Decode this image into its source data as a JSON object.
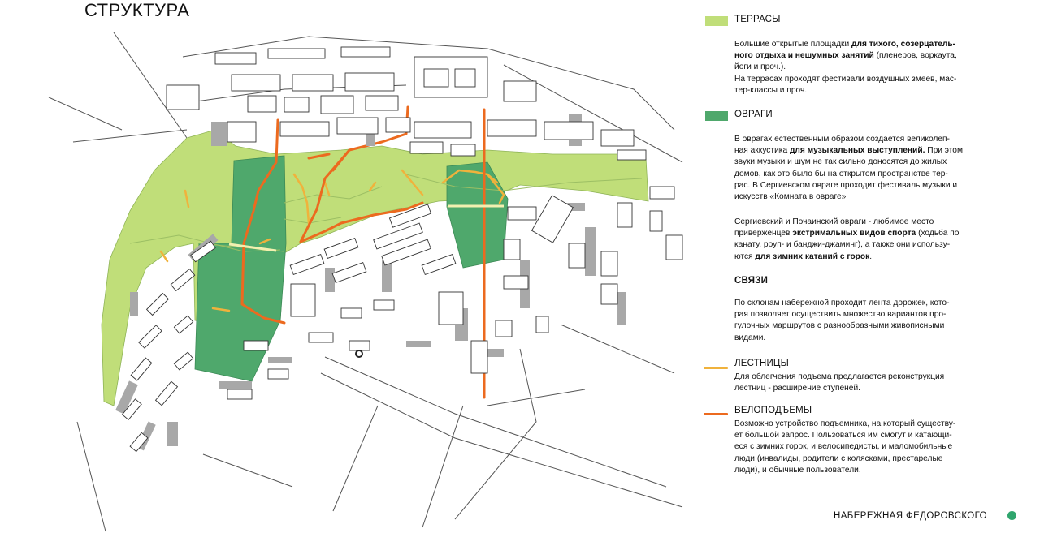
{
  "page": {
    "title": "СТРУКТУРА",
    "footer": "НАБЕРЕЖНАЯ ФЕДОРОВСКОГО",
    "logo_icon": "globe-icon"
  },
  "colors": {
    "terraces": "#c0de79",
    "ravines": "#4fa86c",
    "stairs": "#f0b23c",
    "bike_lifts": "#ec6a1f",
    "buildings": "#ffffff",
    "shadows": "#9e9e9e",
    "roads": "#555555"
  },
  "legend": {
    "terraces": {
      "heading": "ТЕРРАСЫ",
      "text_parts": [
        {
          "t": "Большие открытые площадки ",
          "b": false
        },
        {
          "t": "для тихого, созерцатель-\nного отдыха и нешумных занятий",
          "b": true
        },
        {
          "t": " (пленеров, воркаута,\nйоги и проч.).\nНа террасах проходят фестивали воздушных змеев, мас-\nтер-классы и проч.",
          "b": false
        }
      ]
    },
    "ravines": {
      "heading": "ОВРАГИ",
      "text1_parts": [
        {
          "t": "В оврагах естественным образом создается великолеп-\nная аккустика ",
          "b": false
        },
        {
          "t": "для музыкальных выступлений.",
          "b": true
        },
        {
          "t": " При этом\nзвуки музыки и шум не так сильно доносятся до жилых\nдомов, как это было бы на открытом пространстве тер-\nрас.  В Сергиевском овраге проходит фестиваль музыки и\nискусств «Комната в овраге»",
          "b": false
        }
      ],
      "text2_parts": [
        {
          "t": "Сергиевский и Почаинский овраги - любимое место\nприверженцев ",
          "b": false
        },
        {
          "t": "экстримальных видов спорта",
          "b": true
        },
        {
          "t": " (ходьба по\nканату, роуп- и банджи-джаминг), а также они использу-\nются ",
          "b": false
        },
        {
          "t": "для зимних катаний с горок",
          "b": true
        },
        {
          "t": ".",
          "b": false
        }
      ]
    },
    "links": {
      "heading": "СВЯЗИ",
      "text": "По склонам набережной проходит лента дорожек, кото-\nрая позволяет осуществить множество вариантов про-\nгулочных маршрутов с разнообразными живописными\nвидами."
    },
    "stairs": {
      "heading": "ЛЕСТНИЦЫ",
      "text": "Для облегчения подъема предлагается реконструкция\nлестниц - расширение ступеней."
    },
    "bike_lifts": {
      "heading": "ВЕЛОПОДЪЕМЫ",
      "text": "Возможно устройство подъемника, на который существу-\nет большой запрос.  Пользоваться им смогут и катающи-\nеся с зимних горок, и велосипедисты, и маломобильные\nлюди (инвалиды, родители с колясками,  престарелые\nлюди), и обычные пользователи."
    }
  }
}
